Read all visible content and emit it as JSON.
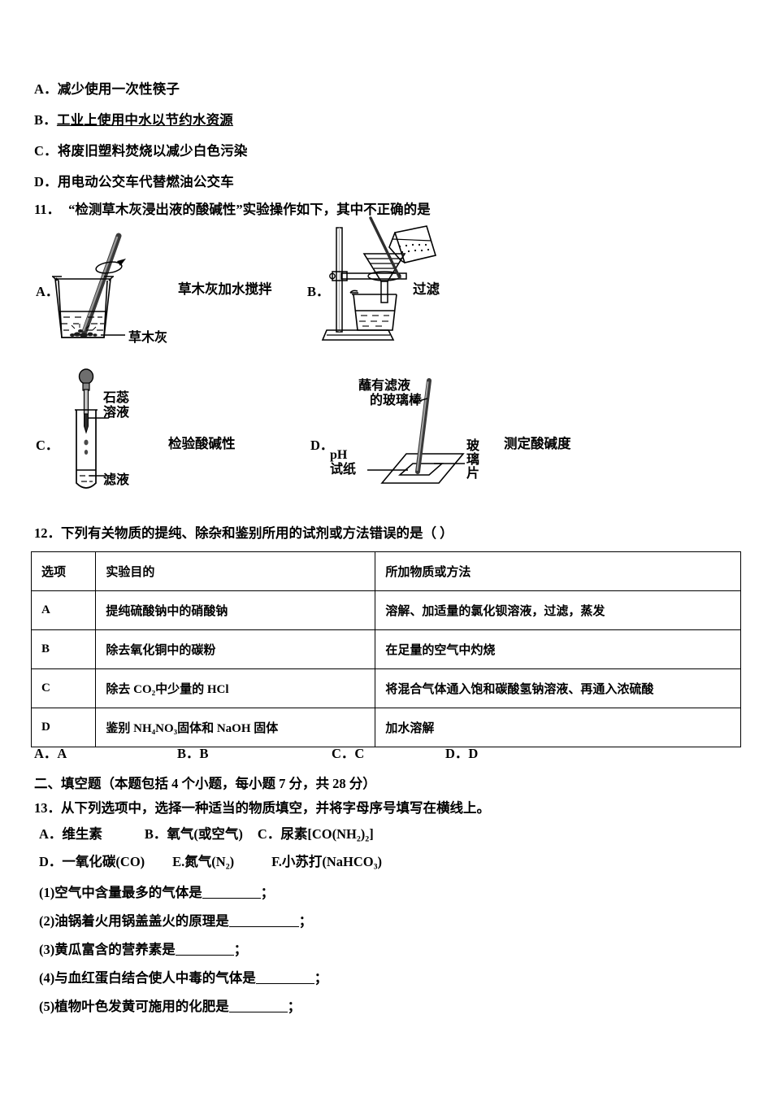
{
  "q10_options": [
    {
      "letter": "A．",
      "text": "减少使用一次性筷子",
      "underline": false
    },
    {
      "letter": "B．",
      "text": "工业上使用中水以节约水资源",
      "underline": true
    },
    {
      "letter": "C．",
      "text": "将废旧塑料焚烧以减少白色污染",
      "underline": false
    },
    {
      "letter": "D．",
      "text": "用电动公交车代替燃油公交车",
      "underline": false
    }
  ],
  "q11": {
    "number": "11．",
    "stem": "“检测草木灰浸出液的酸碱性”实验操作如下，其中不正确的是",
    "choices": [
      {
        "label": "A．",
        "caption": "草木灰加水搅拌",
        "annotation": "草木灰"
      },
      {
        "label": "B．",
        "caption": "过滤",
        "annotation": ""
      },
      {
        "label": "C．",
        "caption": "检验酸碱性",
        "annotation_top": "石蕊\n溶液",
        "annotation_bottom": "滤液"
      },
      {
        "label": "D．",
        "caption": "测定酸碱度",
        "annotation_rod": "蘸有滤液\n的玻璃棒",
        "annotation_ph": "pH\n试纸",
        "annotation_plate": "玻\n璃\n片"
      }
    ],
    "fig_c_label_top_line1": "石蕊",
    "fig_c_label_top_line2": "溶液",
    "fig_c_label_bottom": "滤液",
    "fig_d_label_rod_line1": "蘸有滤液",
    "fig_d_label_rod_line2": "的玻璃棒",
    "fig_d_label_ph_line1": "pH",
    "fig_d_label_ph_line2": "试纸",
    "fig_d_label_plate_ch1": "玻",
    "fig_d_label_plate_ch2": "璃",
    "fig_d_label_plate_ch3": "片"
  },
  "q12": {
    "stem": "12．下列有关物质的提纯、除杂和鉴别所用的试剂或方法错误的是（ ）",
    "table": {
      "headers": [
        "选项",
        "实验目的",
        "所加物质或方法"
      ],
      "rows": [
        [
          "A",
          "提纯硫酸钠中的硝酸钠",
          "溶解、加适量的氯化钡溶液，过滤，蒸发"
        ],
        [
          "B",
          "除去氧化铜中的碳粉",
          "在足量的空气中灼烧"
        ],
        [
          "C",
          "除去 CO₂中少量的 HCl",
          "将混合气体通入饱和碳酸氢钠溶液、再通入浓硫酸"
        ],
        [
          "D",
          "鉴别 NH₄NO₃固体和 NaOH 固体",
          "加水溶解"
        ]
      ]
    },
    "answers": [
      "A．A",
      "B．B",
      "C．C",
      "D．D"
    ]
  },
  "section2": {
    "heading": "二、填空题（本题包括 4 个小题，每小题 7 分，共 28 分）",
    "q13_stem": "13．从下列选项中，选择一种适当的物质填空，并将字母序号填写在横线上。",
    "choices_row1": [
      "A．维生素",
      "B．氧气(或空气)",
      "C．尿素[CO(NH₂)₂]"
    ],
    "choices_row2": [
      "D．一氧化碳(CO)",
      "E.氮气(N₂)",
      "F.小苏打(NaHCO₃)"
    ],
    "blanks": [
      {
        "num": "(1)",
        "text": "空气中含量最多的气体是",
        "width": 72,
        "tail": "；"
      },
      {
        "num": "(2)",
        "text": "油锅着火用锅盖盖火的原理是",
        "width": 86,
        "tail": "；"
      },
      {
        "num": "(3)",
        "text": "黄瓜富含的营养素是",
        "width": 72,
        "tail": "；"
      },
      {
        "num": "(4)",
        "text": "与血红蛋白结合使人中毒的气体是",
        "width": 72,
        "tail": "；"
      },
      {
        "num": "(5)",
        "text": "植物叶色发黄可施用的化肥是",
        "width": 72,
        "tail": "；"
      }
    ]
  },
  "colors": {
    "ink": "#000000",
    "paper": "#ffffff",
    "glass": "#555555"
  }
}
